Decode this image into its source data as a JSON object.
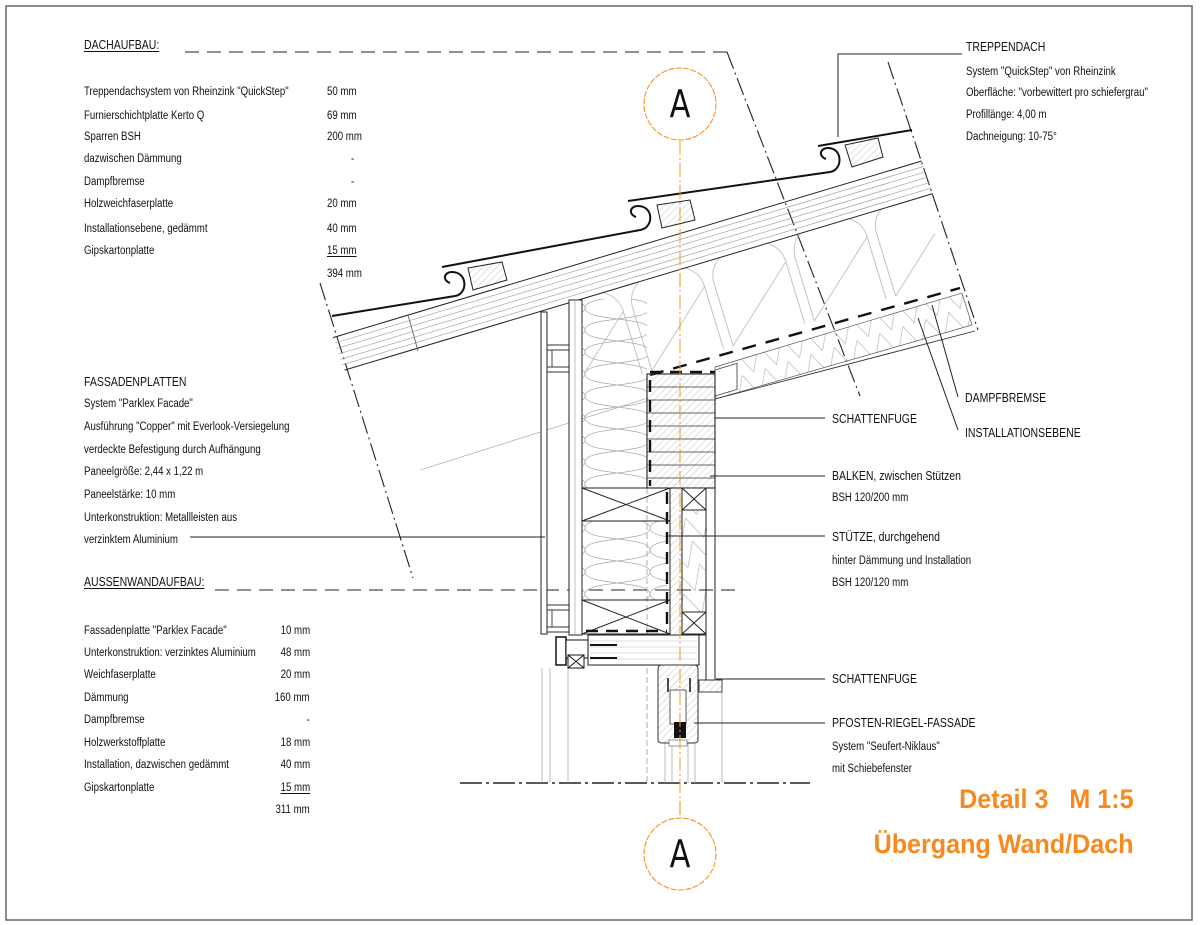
{
  "section_marker": {
    "label_top": "A",
    "label_bottom": "A"
  },
  "title": {
    "line1": "Detail 3   M 1:5",
    "line2": "Übergang Wand/Dach",
    "color": "#f7891e"
  },
  "dachaufbau": {
    "heading": "DACHAUFBAU:",
    "layers": [
      {
        "name": "Treppendachsystem von Rheinzink \"QuickStep\"",
        "value": "50 mm"
      },
      {
        "name": "Furnierschichtplatte Kerto Q",
        "value": "69 mm"
      },
      {
        "name": "Sparren BSH",
        "value": "200 mm"
      },
      {
        "name": "dazwischen Dämmung",
        "value": "-"
      },
      {
        "name": "Dampfbremse",
        "value": "-"
      },
      {
        "name": "Holzweichfaserplatte",
        "value": "20 mm"
      },
      {
        "name": "Installationsebene, gedämmt",
        "value": "40 mm"
      },
      {
        "name": "Gipskartonplatte",
        "value": "15 mm"
      }
    ],
    "total": "394 mm"
  },
  "fassadenplatten": {
    "heading": "FASSADENPLATTEN",
    "lines": [
      "System \"Parklex Facade\"",
      "Ausführung \"Copper\" mit Everlook-Versiegelung",
      "verdeckte Befestigung durch Aufhängung",
      "Paneelgröße: 2,44 x 1,22 m",
      "Paneelstärke: 10 mm",
      "Unterkonstruktion: Metallleisten aus",
      "verzinktem Aluminium"
    ]
  },
  "aussenwandaufbau": {
    "heading": "AUSSENWANDAUFBAU:",
    "layers": [
      {
        "name": "Fassadenplatte \"Parklex Facade\"",
        "value": "10 mm"
      },
      {
        "name": "Unterkonstruktion: verzinktes Aluminium",
        "value": "48 mm"
      },
      {
        "name": "Weichfaserplatte",
        "value": "20 mm"
      },
      {
        "name": "Dämmung",
        "value": "160 mm"
      },
      {
        "name": "Dampfbremse",
        "value": "-"
      },
      {
        "name": "Holzwerkstoffplatte",
        "value": "18 mm"
      },
      {
        "name": "Installation, dazwischen gedämmt",
        "value": "40 mm"
      },
      {
        "name": "Gipskartonplatte",
        "value": "15 mm"
      }
    ],
    "total": "311 mm"
  },
  "treppendach": {
    "heading": "TREPPENDACH",
    "lines": [
      "System \"QuickStep\" von Rheinzink",
      "Oberfläche: \"vorbewittert pro schiefergrau\"",
      "Profillänge: 4,00 m",
      "Dachneigung: 10-75°"
    ]
  },
  "callouts": {
    "dampfbremse": "DAMPFBREMSE",
    "installationsebene": "INSTALLATIONSEBENE",
    "schattenfuge_top": "SCHATTENFUGE",
    "balken": [
      "BALKEN, zwischen Stützen",
      "BSH 120/200 mm"
    ],
    "stuetze": [
      "STÜTZE, durchgehend",
      "hinter Dämmung und Installation",
      "BSH 120/120 mm"
    ],
    "schattenfuge_bottom": "SCHATTENFUGE",
    "pfosten": [
      "PFOSTEN-RIEGEL-FASSADE",
      "System \"Seufert-Niklaus\"",
      "mit Schiebefenster"
    ]
  }
}
